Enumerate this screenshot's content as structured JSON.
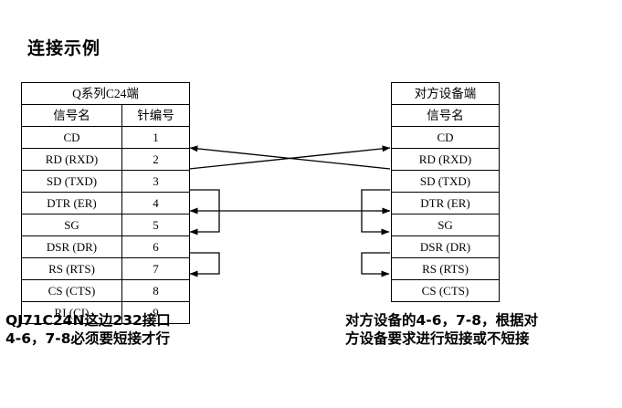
{
  "diagram": {
    "title": "连接示例",
    "type": "rs232-wiring-diagram",
    "left_table": {
      "device_header": "Q系列C24端",
      "columns": [
        "信号名",
        "针编号"
      ],
      "rows": [
        {
          "signal": "CD",
          "pin": "1"
        },
        {
          "signal": "RD (RXD)",
          "pin": "2"
        },
        {
          "signal": "SD (TXD)",
          "pin": "3"
        },
        {
          "signal": "DTR (ER)",
          "pin": "4"
        },
        {
          "signal": "SG",
          "pin": "5"
        },
        {
          "signal": "DSR (DR)",
          "pin": "6"
        },
        {
          "signal": "RS (RTS)",
          "pin": "7"
        },
        {
          "signal": "CS (CTS)",
          "pin": "8"
        },
        {
          "signal": "RI (CI)",
          "pin": "9"
        }
      ]
    },
    "right_table": {
      "device_header": "对方设备端",
      "columns": [
        "信号名"
      ],
      "rows": [
        {
          "signal": "CD"
        },
        {
          "signal": "RD (RXD)"
        },
        {
          "signal": "SD (TXD)"
        },
        {
          "signal": "DTR (ER)"
        },
        {
          "signal": "SG"
        },
        {
          "signal": "DSR (DR)"
        },
        {
          "signal": "RS (RTS)"
        },
        {
          "signal": "CS (CTS)"
        }
      ]
    },
    "connections": [
      {
        "name": "sd-to-rd-crossover",
        "from": "left SD (TXD) pin 3",
        "to": "right RD (RXD)",
        "style": "arrow-right"
      },
      {
        "name": "rd-from-sd-crossover",
        "from": "right SD (TXD)",
        "to": "left RD (RXD) pin 2",
        "style": "arrow-left"
      },
      {
        "name": "sg-to-sg",
        "from": "left SG pin 5",
        "to": "right SG",
        "style": "double-arrow"
      },
      {
        "name": "left-jumper-4-6",
        "from": "left DTR (ER) pin 4",
        "to": "left DSR (DR) pin 6",
        "style": "jumper"
      },
      {
        "name": "left-jumper-7-8",
        "from": "left RS (RTS) pin 7",
        "to": "left CS (CTS) pin 8",
        "style": "jumper"
      },
      {
        "name": "right-jumper-dtr-dsr",
        "from": "right DTR (ER)",
        "to": "right DSR (DR)",
        "style": "jumper"
      },
      {
        "name": "right-jumper-rs-cs",
        "from": "right RS (RTS)",
        "to": "right CS (CTS)",
        "style": "jumper"
      }
    ],
    "caption_left": {
      "line1": "QJ71C24N这边232接口",
      "line2": "4-6，7-8必须要短接才行"
    },
    "caption_right": {
      "line1": "对方设备的4-6，7-8，根据对",
      "line2": "方设备要求进行短接或不短接"
    },
    "colors": {
      "background": "#ffffff",
      "line": "#000000",
      "text": "#000000"
    }
  }
}
